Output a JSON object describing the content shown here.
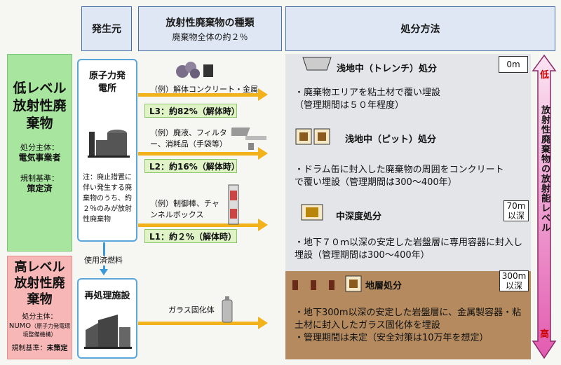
{
  "headers": {
    "source": "発生元",
    "type": "放射性廃棄物の種類",
    "type_sub": "廃棄物全体の約２％",
    "method": "処分方法"
  },
  "low_level": {
    "title": "低レベル放射性廃棄物",
    "entity_label": "処分主体：",
    "entity_value": "電気事業者",
    "regulation_label": "規制基準：",
    "regulation_value": "策定済"
  },
  "high_level": {
    "title": "高レベル放射性廃棄物",
    "entity_label": "処分主体：",
    "entity_value": "NUMO",
    "entity_note": "（原子力発電環境整備機構）",
    "regulation_label": "規制基準：",
    "regulation_value": "未策定"
  },
  "plant": {
    "title": "原子力発電所",
    "note": "注：廃止措置に伴い発生する廃棄物のうち、約２％のみが放射性廃棄物"
  },
  "spent_fuel": "使用済燃料",
  "reprocessing": "再処理施設",
  "categories": [
    {
      "example": "（例）解体コンクリート・金属",
      "tag": "L3：約82%（解体時）"
    },
    {
      "example": "（例）廃液、フィルター、消耗品（手袋等）",
      "tag": "L2：約16%（解体時）"
    },
    {
      "example": "（例）制御棒、チャンネルボックス",
      "tag": "L1：約２%（解体時）"
    }
  ],
  "glass": "ガラス固化体",
  "methods": [
    {
      "title": "浅地中（トレンチ）処分",
      "desc": "・廃棄物エリアを粘土材で覆い埋設\n（管理期間は５０年程度）",
      "depth": "0m"
    },
    {
      "title": "浅地中（ピット）処分",
      "desc": "・ドラム缶に封入した廃棄物の周囲をコンクリートで覆い埋設（管理期間は300～400年）"
    },
    {
      "title": "中深度処分",
      "desc": "・地下７０ｍ以深の安定した岩盤層に専用容器に封入し埋設（管理期間は300～400年）",
      "depth": "70m\n以深"
    },
    {
      "title": "地層処分",
      "desc": "・地下300m以深の安定した岩盤層に、金属製容器・粘土材に封入したガラス固化体を埋設\n・管理期間は未定（安全対策は10万年を想定）",
      "depth": "300m\n以深"
    }
  ],
  "level": {
    "low": "低",
    "high": "高",
    "label": "放射性廃棄物の放射能レベル"
  }
}
